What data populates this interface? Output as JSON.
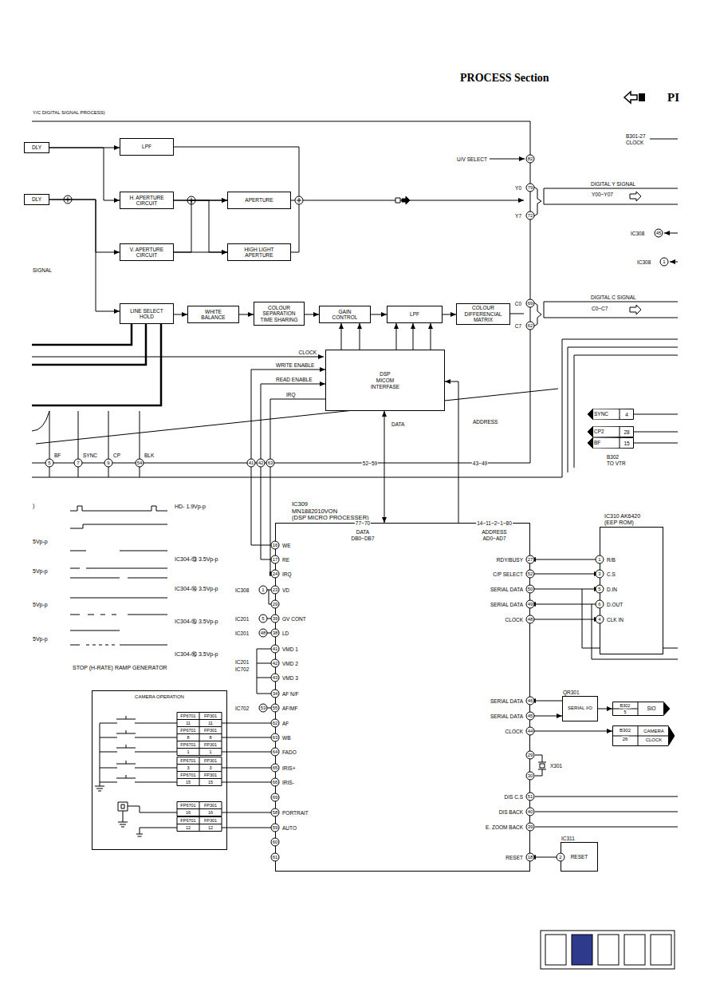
{
  "diagram": {
    "title": "PROCESS Section",
    "nodes": [
      {
        "text": [
          "DLY"
        ]
      },
      {
        "text": [
          "LPF"
        ]
      },
      {
        "text": [
          "H. APERTURE CIRCUIT"
        ]
      },
      {
        "text": [
          "APERTURE"
        ]
      },
      {
        "text": [
          "DLY"
        ]
      },
      {
        "text": [
          "V. APERTURE CIRCUIT"
        ]
      },
      {
        "text": [
          "HIGH LIGHT APERTURE"
        ]
      },
      {
        "text": [
          "LINE SELECT HOLD"
        ]
      },
      {
        "text": [
          "WHITE BALANCE"
        ]
      },
      {
        "text": [
          "COLOUR SEPARATION TIME SHARING"
        ]
      },
      {
        "text": [
          "GAIN CONTROL"
        ]
      },
      {
        "text": [
          "LPF"
        ]
      },
      {
        "text": [
          "COLOUR DIFFERENCIAL MATRIX"
        ]
      },
      {
        "text": [
          "DSP MICOM INTERFASE"
        ]
      },
      {
        "text": [
          "SYNC"
        ]
      },
      {
        "text": [
          "CP2"
        ]
      },
      {
        "text": [
          "BF"
        ]
      },
      {
        "text": [
          "IC309",
          "MN1882010VON",
          "(DSP MICRO PROCESSER)"
        ]
      },
      {
        "text": [
          "IC310 AK6420",
          "(EEP ROM)"
        ]
      },
      {
        "text": [
          "CAMERA OPERATION"
        ]
      },
      {
        "text": [
          "QR301",
          "SERIAL I/O"
        ]
      },
      {
        "text": [
          "SIO"
        ]
      },
      {
        "text": [
          "CAMERA CLOCK"
        ]
      },
      {
        "text": [
          "IC311",
          "RESET"
        ]
      }
    ],
    "edges": [
      {
        "from": 0,
        "to": 1,
        "arrow": "to"
      },
      {
        "from": 0,
        "to": 2,
        "arrow": "to"
      },
      {
        "from": 4,
        "to": 5,
        "arrow": "to"
      },
      {
        "from": 4,
        "to": 7,
        "arrow": "to"
      },
      {
        "from": 2,
        "to": 3,
        "arrow": "to"
      },
      {
        "from": 2,
        "to": 6,
        "arrow": "to"
      },
      {
        "from": 5,
        "to": 3,
        "arrow": "to"
      },
      {
        "from": 5,
        "to": 6,
        "arrow": "to"
      },
      {
        "from": 7,
        "to": 8,
        "arrow": "to"
      },
      {
        "from": 8,
        "to": 9,
        "arrow": "to"
      },
      {
        "from": 9,
        "to": 10,
        "arrow": "to"
      },
      {
        "from": 10,
        "to": 11,
        "arrow": "to"
      },
      {
        "from": 11,
        "to": 12,
        "arrow": "to"
      },
      {
        "from": 13,
        "to": 10,
        "arrow": "to"
      },
      {
        "from": 13,
        "to": 10,
        "arrow": "to"
      },
      {
        "from": 13,
        "to": 11,
        "arrow": "to"
      },
      {
        "from": 13,
        "to": 11,
        "arrow": "to"
      },
      {
        "from": 13,
        "to": 11,
        "arrow": "to"
      },
      {
        "from": 17,
        "to": 13,
        "arrow": "both"
      },
      {
        "from": 17,
        "to": 13,
        "arrow": "to"
      },
      {
        "from": 17,
        "to": 13,
        "arrow": "to"
      },
      {
        "from": 17,
        "to": 13,
        "arrow": "to"
      },
      {
        "from": 13,
        "to": 17,
        "arrow": "to"
      },
      {
        "from": 18,
        "to": 17,
        "arrow": "to"
      },
      {
        "from": 17,
        "to": 18,
        "arrow": "to"
      },
      {
        "from": 17,
        "to": 18,
        "arrow": "to"
      },
      {
        "from": 18,
        "to": 17,
        "arrow": "to"
      },
      {
        "from": 17,
        "to": 18,
        "arrow": "to"
      },
      {
        "from": 20,
        "to": 17,
        "arrow": "to"
      },
      {
        "from": 17,
        "to": 20,
        "arrow": "to"
      },
      {
        "from": 20,
        "to": 21,
        "arrow": "to"
      },
      {
        "from": 17,
        "to": 22,
        "arrow": "to"
      },
      {
        "from": 23,
        "to": 17,
        "arrow": "to"
      },
      {
        "from": 19,
        "to": 17,
        "arrow": "none"
      },
      {
        "from": 19,
        "to": 17,
        "arrow": "none"
      },
      {
        "from": 19,
        "to": 17,
        "arrow": "none"
      },
      {
        "from": 19,
        "to": 17,
        "arrow": "none"
      },
      {
        "from": 19,
        "to": 17,
        "arrow": "none"
      },
      {
        "from": 19,
        "to": 17,
        "arrow": "none"
      },
      {
        "from": 19,
        "to": 17,
        "arrow": "none"
      }
    ],
    "labels": [
      "Y/C DIGITAL SIGNAL PROCESS)",
      "PI",
      "SIGNAL",
      "U/V SELECT",
      "82",
      "Y0",
      "79",
      "Y7",
      "72",
      "C0",
      "69",
      "C7",
      "62",
      "B301-27",
      "CLOCK",
      "DIGITAL Y SIGNAL",
      "Y00~Y07",
      "IC308",
      "45",
      "IC308",
      "1",
      "DIGITAL C SIGNAL",
      "C0~C7",
      "CLOCK",
      "WRITE ENABLE",
      "READ ENABLE",
      "IRQ",
      "DATA",
      "ADDRESS",
      "BF",
      "5",
      "SYNC",
      "7",
      "CP",
      "9",
      "BLK",
      "54",
      "41",
      "42",
      "63",
      "52~59",
      "43~49",
      "4",
      "28",
      "15",
      "B302",
      "TO VTR",
      ")",
      "HD- 1.9Vp-p",
      "5Vp-p",
      "IC304-⑬ 3.5Vp-p",
      "5Vp-p",
      "IC304-⑭ 3.5Vp-p",
      "5Vp-p",
      "IC304-⑮ 3.5Vp-p",
      "5Vp-p",
      "IC304-⑯ 3.5Vp-p",
      "STOP (H-RATE) RAMP GENERATOR",
      "77~70",
      "14~11~2~1~80",
      "DATA",
      "DB0~DB7",
      "ADDRESS",
      "AD0~AD7",
      "16",
      "WE",
      "17",
      "RE",
      "24",
      "IRQ",
      "IC308",
      "1",
      "23",
      "VD",
      "29",
      "IC201",
      "5",
      "39",
      "GV CONT",
      "IC201",
      "48",
      "38",
      "LD",
      "41",
      "VMD 1",
      "IC201",
      "IC702",
      "42",
      "VMD 2",
      "43",
      "VMD 3",
      "34",
      "AF N/F",
      "IC702",
      "53",
      "55",
      "AF/MF",
      "62",
      "AF",
      "63",
      "WB",
      "64",
      "FADO",
      "65",
      "IRIS+",
      "66",
      "IRIS-",
      "69",
      "58",
      "PORTRAIT",
      "59",
      "AUTO",
      "60",
      "61",
      "RDY/BUSY",
      "27",
      "C/P SELECT",
      "52",
      "SERIAL DATA",
      "50",
      "SERIAL DATA",
      "49",
      "CLOCK",
      "48",
      "SERIAL DATA",
      "46",
      "SERIAL DATA",
      "45",
      "CLOCK",
      "44",
      "29",
      "30",
      "X301",
      "DIS C.S",
      "51",
      "DIS BACK",
      "40",
      "E. ZOOM BACK",
      "39",
      "RESET",
      "18",
      "1",
      "R/B",
      "3",
      "C.S",
      "5",
      "D.IN",
      "6",
      "D.OUT",
      "4",
      "CLK IN",
      "B302",
      "5",
      "B302",
      "26",
      "2",
      "FP6701",
      "FP301",
      "11",
      "11",
      "FP6701",
      "FP301",
      "8",
      "8",
      "FP6701",
      "FP301",
      "1",
      "1",
      "FP6701",
      "FP301",
      "3",
      "3",
      "FP6701",
      "FP301",
      "15",
      "15",
      "FP6701",
      "FP301",
      "16",
      "16",
      "FP6701",
      "FP301",
      "12",
      "12"
    ]
  }
}
